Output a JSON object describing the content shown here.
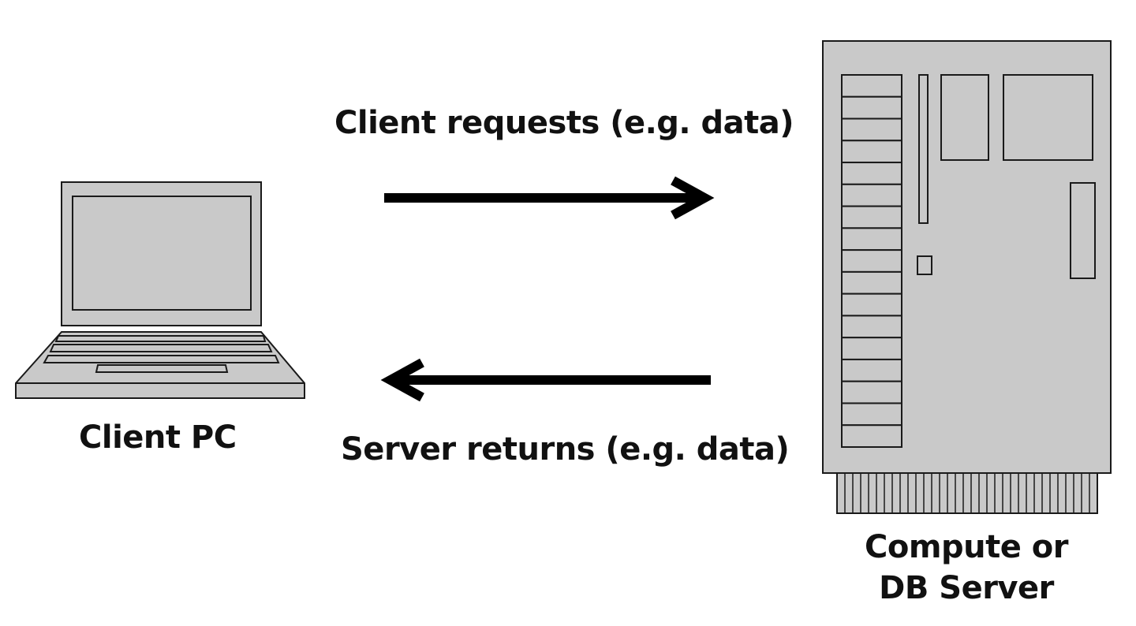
{
  "labels": {
    "request": "Client requests (e.g. data)",
    "response": "Server returns (e.g. data)",
    "client": "Client PC",
    "server_line1": "Compute or",
    "server_line2": "DB Server"
  },
  "colors": {
    "device_fill": "#c9c9c9",
    "outline": "#1a1a1a",
    "text": "#111111",
    "arrow": "#000000"
  }
}
